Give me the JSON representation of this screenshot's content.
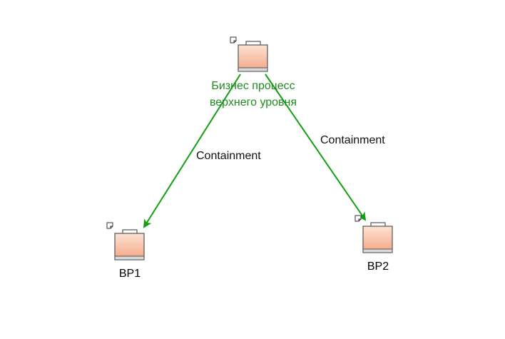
{
  "diagram": {
    "nodes": {
      "root": {
        "label_line1": "Бизнес процесс",
        "label_line2": "верхнего уровня",
        "icon": "business-process-icon",
        "label_color": "#1f8a1f"
      },
      "bp1": {
        "label": "BP1",
        "icon": "business-process-icon"
      },
      "bp2": {
        "label": "BP2",
        "icon": "business-process-icon"
      }
    },
    "edges": [
      {
        "from": "root",
        "to": "bp1",
        "label": "Containment"
      },
      {
        "from": "root",
        "to": "bp2",
        "label": "Containment"
      }
    ],
    "colors": {
      "edge": "#12a012",
      "icon_fill_top": "#fbe3d3",
      "icon_fill_bottom": "#f4a583",
      "icon_stroke": "#555555"
    }
  }
}
